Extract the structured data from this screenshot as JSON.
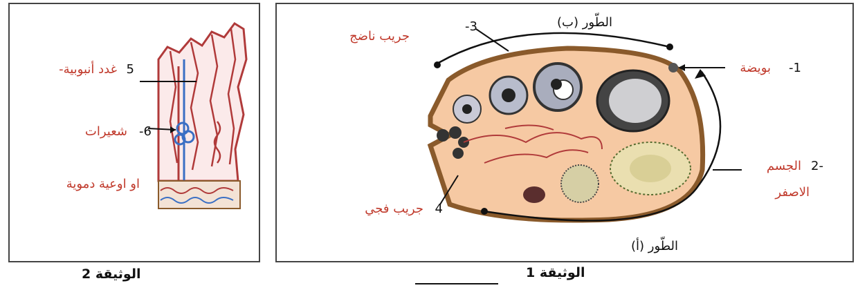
{
  "document1": {
    "caption": "الوثيقة 1",
    "labels": {
      "ovum_num": "-1",
      "ovum": "بويضة",
      "corpus_num": "2-",
      "corpus_luteum_a": "الجسم",
      "corpus_luteum_b": "الاصفر",
      "mature_num": "-3",
      "mature_follicle": "جريب ناضج",
      "cavity_num": "4",
      "cavity_follicle": "جريب فجي",
      "phase_b": "الطّور (ب)",
      "phase_a": "الطّور (أ)"
    }
  },
  "document2": {
    "caption": "الوثيقة 2",
    "labels": {
      "glands_num": "5",
      "tubular_glands": "-غدد أنبوبية",
      "capillaries_num": "-6",
      "capillaries": "شعيرات",
      "blood_vessels": "او اوعية دموية"
    }
  },
  "colors": {
    "label_red": "#c0392b",
    "ovary_fill": "#f6c9a3",
    "ovary_border": "#8a5a2b",
    "vessel_blue": "#3a6fc4",
    "vessel_red": "#b03a3a"
  }
}
